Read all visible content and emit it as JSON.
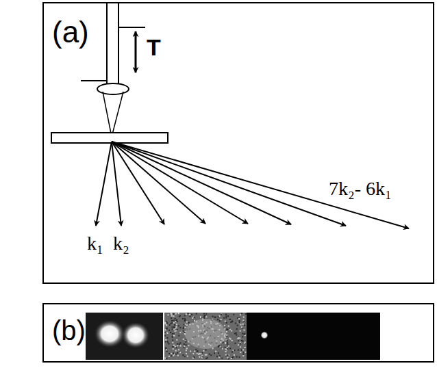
{
  "diagram": {
    "nodes": [
      {
        "text": [
          "(a)"
        ]
      },
      {
        "text": [
          "(b)"
        ]
      }
    ],
    "labels": [
      "T",
      "k₁",
      "k₂",
      "7k₂- 6k₁"
    ]
  }
}
